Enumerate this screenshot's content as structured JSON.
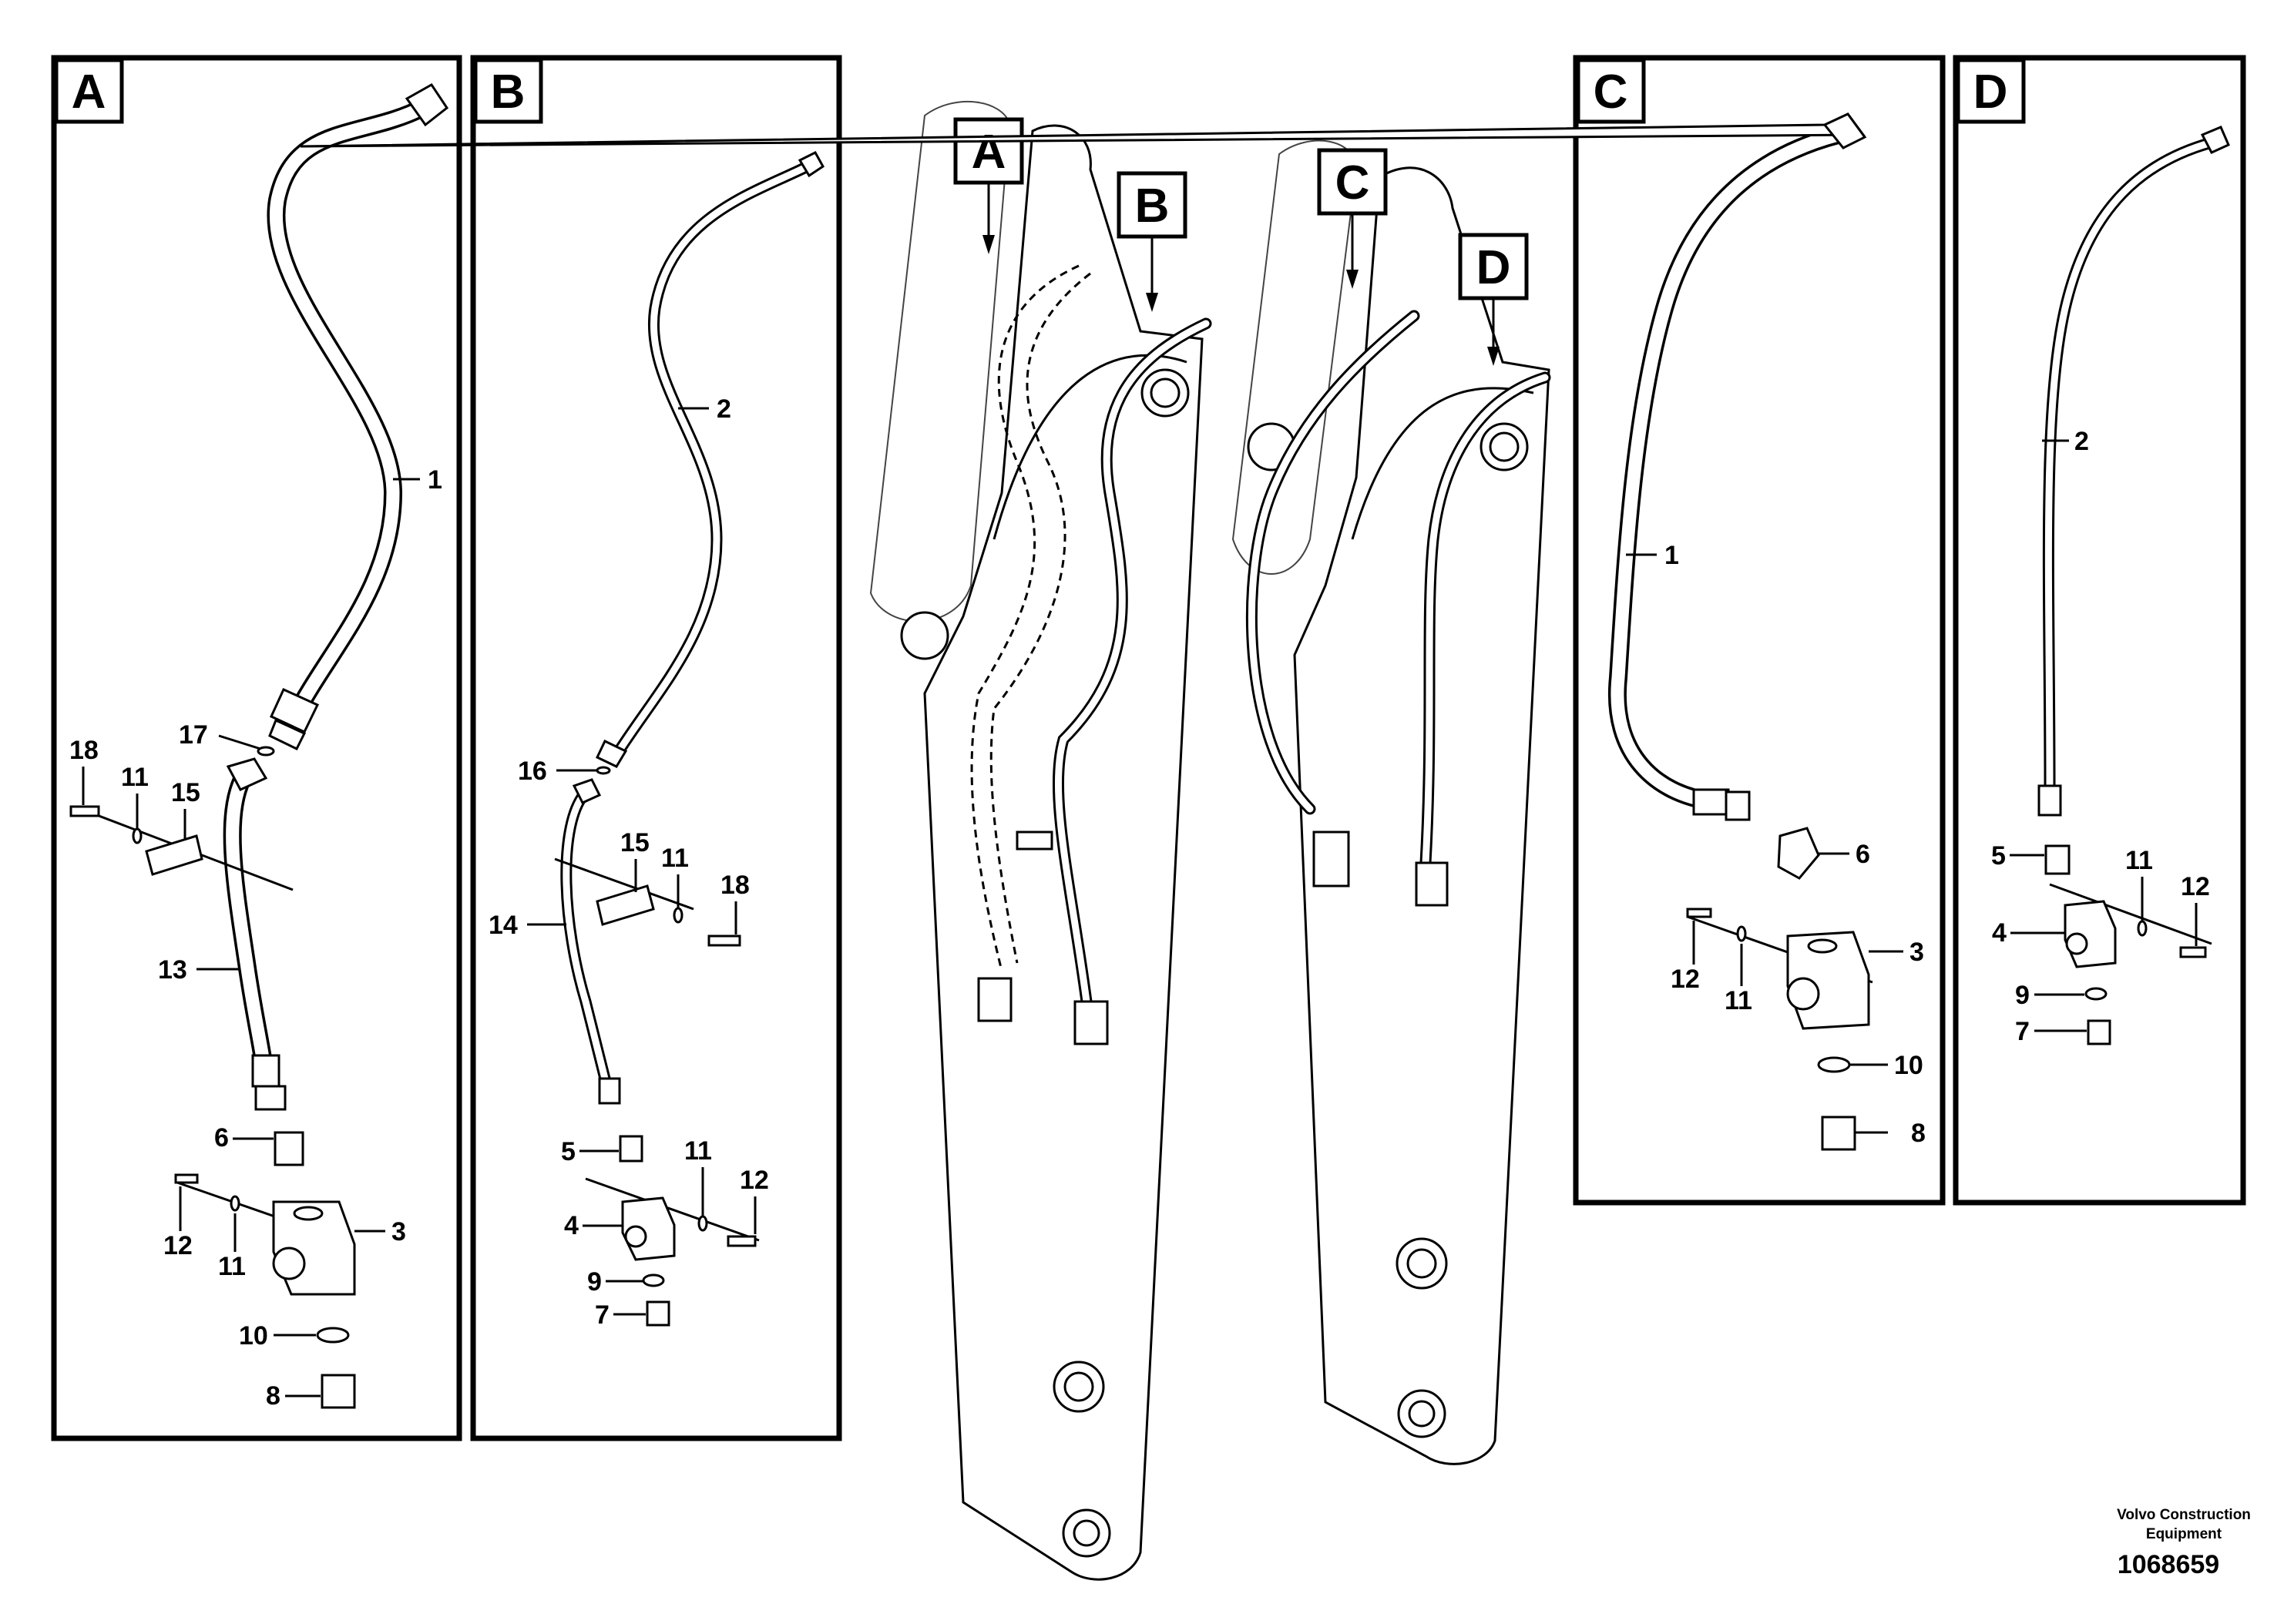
{
  "panels": {
    "A": {
      "tag": "A",
      "labels": {
        "p1": "1",
        "p18": "18",
        "p11a": "11",
        "p15": "15",
        "p17": "17",
        "p13": "13",
        "p6": "6",
        "p12": "12",
        "p11b": "11",
        "p3": "3",
        "p10": "10",
        "p8": "8"
      }
    },
    "B": {
      "tag": "B",
      "labels": {
        "p2": "2",
        "p16": "16",
        "p15": "15",
        "p11a": "11",
        "p18": "18",
        "p14": "14",
        "p5": "5",
        "p11b": "11",
        "p12": "12",
        "p4": "4",
        "p9": "9",
        "p7": "7"
      }
    },
    "C": {
      "tag": "C",
      "labels": {
        "p1": "1",
        "p6": "6",
        "p3": "3",
        "p12": "12",
        "p11": "11",
        "p10": "10",
        "p8": "8"
      }
    },
    "D": {
      "tag": "D",
      "labels": {
        "p2": "2",
        "p5": "5",
        "p11": "11",
        "p12": "12",
        "p4": "4",
        "p9": "9",
        "p7": "7"
      }
    }
  },
  "callouts": {
    "left_a": "A",
    "left_b": "B",
    "right_c": "C",
    "right_d": "D"
  },
  "brand": {
    "line1": "Volvo Construction",
    "line2": "Equipment"
  },
  "doc_number": "1068659"
}
